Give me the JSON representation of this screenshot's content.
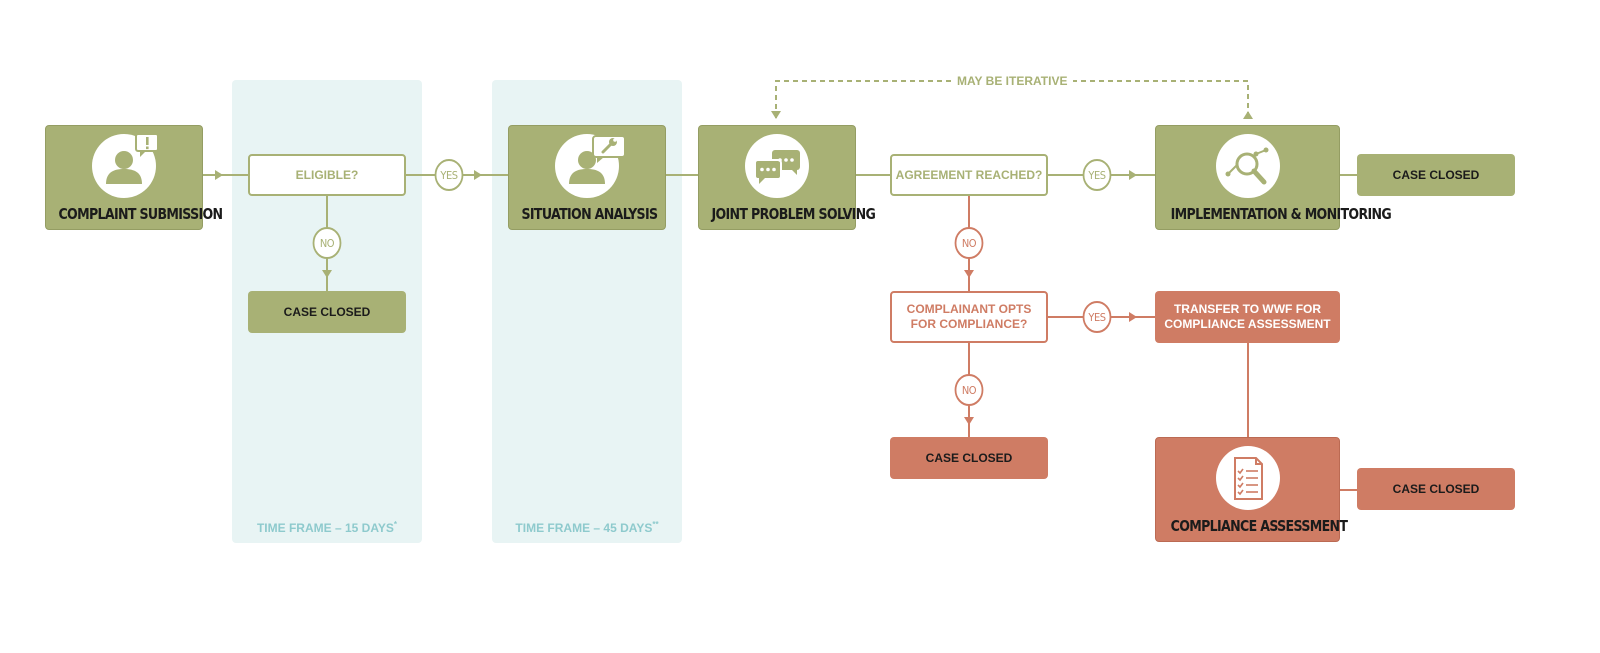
{
  "colors": {
    "green": "#a8b175",
    "red": "#cf7c64",
    "band": "#e8f4f4",
    "band_text": "#8ecacd"
  },
  "bands": [
    {
      "label": "TIME FRAME – 15 DAYS",
      "mark": "*"
    },
    {
      "label": "TIME FRAME – 45 DAYS",
      "mark": "**"
    }
  ],
  "steps": {
    "complaint_submission": {
      "title": "COMPLAINT SUBMISSION",
      "icon": "person-alert-icon"
    },
    "situation_analysis": {
      "title": "SITUATION ANALYSIS",
      "icon": "person-wrench-icon"
    },
    "joint_problem_solving": {
      "title": "JOINT PROBLEM SOLVING",
      "icon": "chat-bubbles-icon"
    },
    "implementation_monitoring": {
      "title": "IMPLEMENTATION & MONITORING",
      "icon": "magnifier-chart-icon"
    },
    "compliance_assessment": {
      "title": "COMPLIANCE ASSESSMENT",
      "icon": "checklist-document-icon"
    }
  },
  "decisions": {
    "eligible": "ELIGIBLE?",
    "agreement": "AGREEMENT REACHED?",
    "opts_line1": "COMPLAINANT OPTS",
    "opts_line2": "FOR COMPLIANCE?"
  },
  "transfer": {
    "line1": "TRANSFER TO WWF FOR",
    "line2": "COMPLIANCE ASSESSMENT"
  },
  "case_closed": "CASE CLOSED",
  "badges": {
    "yes": "YES",
    "no": "NO"
  },
  "iterative_label": "MAY BE ITERATIVE"
}
